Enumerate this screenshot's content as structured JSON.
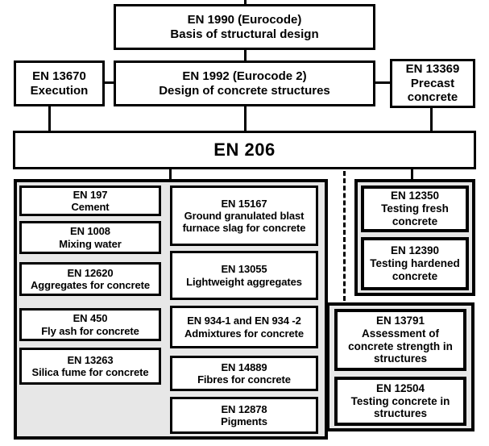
{
  "colors": {
    "background": "#ffffff",
    "line": "#000000",
    "box_fill": "#ffffff",
    "group_fill": "#e7e7e7"
  },
  "nodes": {
    "en1990": {
      "code": "EN 1990 (Eurocode)",
      "title": "Basis of structural design"
    },
    "en13670": {
      "code": "EN 13670",
      "title": "Execution"
    },
    "en1992": {
      "code": "EN 1992 (Eurocode 2)",
      "title": "Design of concrete structures"
    },
    "en13369": {
      "code": "EN 13369",
      "title": "Precast concrete"
    },
    "en206": {
      "code": "EN 206"
    }
  },
  "materials": {
    "left": [
      {
        "code": "EN 197",
        "title": "Cement"
      },
      {
        "code": "EN 1008",
        "title": "Mixing water"
      },
      {
        "code": "EN 12620",
        "title": "Aggregates for concrete"
      },
      {
        "code": "EN 450",
        "title": "Fly ash for concrete"
      },
      {
        "code": "EN 13263",
        "title": "Silica fume for concrete"
      }
    ],
    "mid": [
      {
        "code": "EN 15167",
        "title": "Ground granulated blast furnace slag for concrete"
      },
      {
        "code": "EN 13055",
        "title": "Lightweight aggregates"
      },
      {
        "code": "EN 934-1 and EN 934 -2",
        "title": "Admixtures for concrete"
      },
      {
        "code": "EN 14889",
        "title": "Fibres for concrete"
      },
      {
        "code": "EN 12878",
        "title": "Pigments"
      }
    ]
  },
  "testing_top": [
    {
      "code": "EN 12350",
      "title": "Testing fresh concrete"
    },
    {
      "code": "EN 12390",
      "title": "Testing hardened concrete"
    }
  ],
  "testing_bottom": [
    {
      "code": "EN 13791",
      "title": "Assessment of concrete strength in structures"
    },
    {
      "code": "EN 12504",
      "title": "Testing concrete in structures"
    }
  ]
}
